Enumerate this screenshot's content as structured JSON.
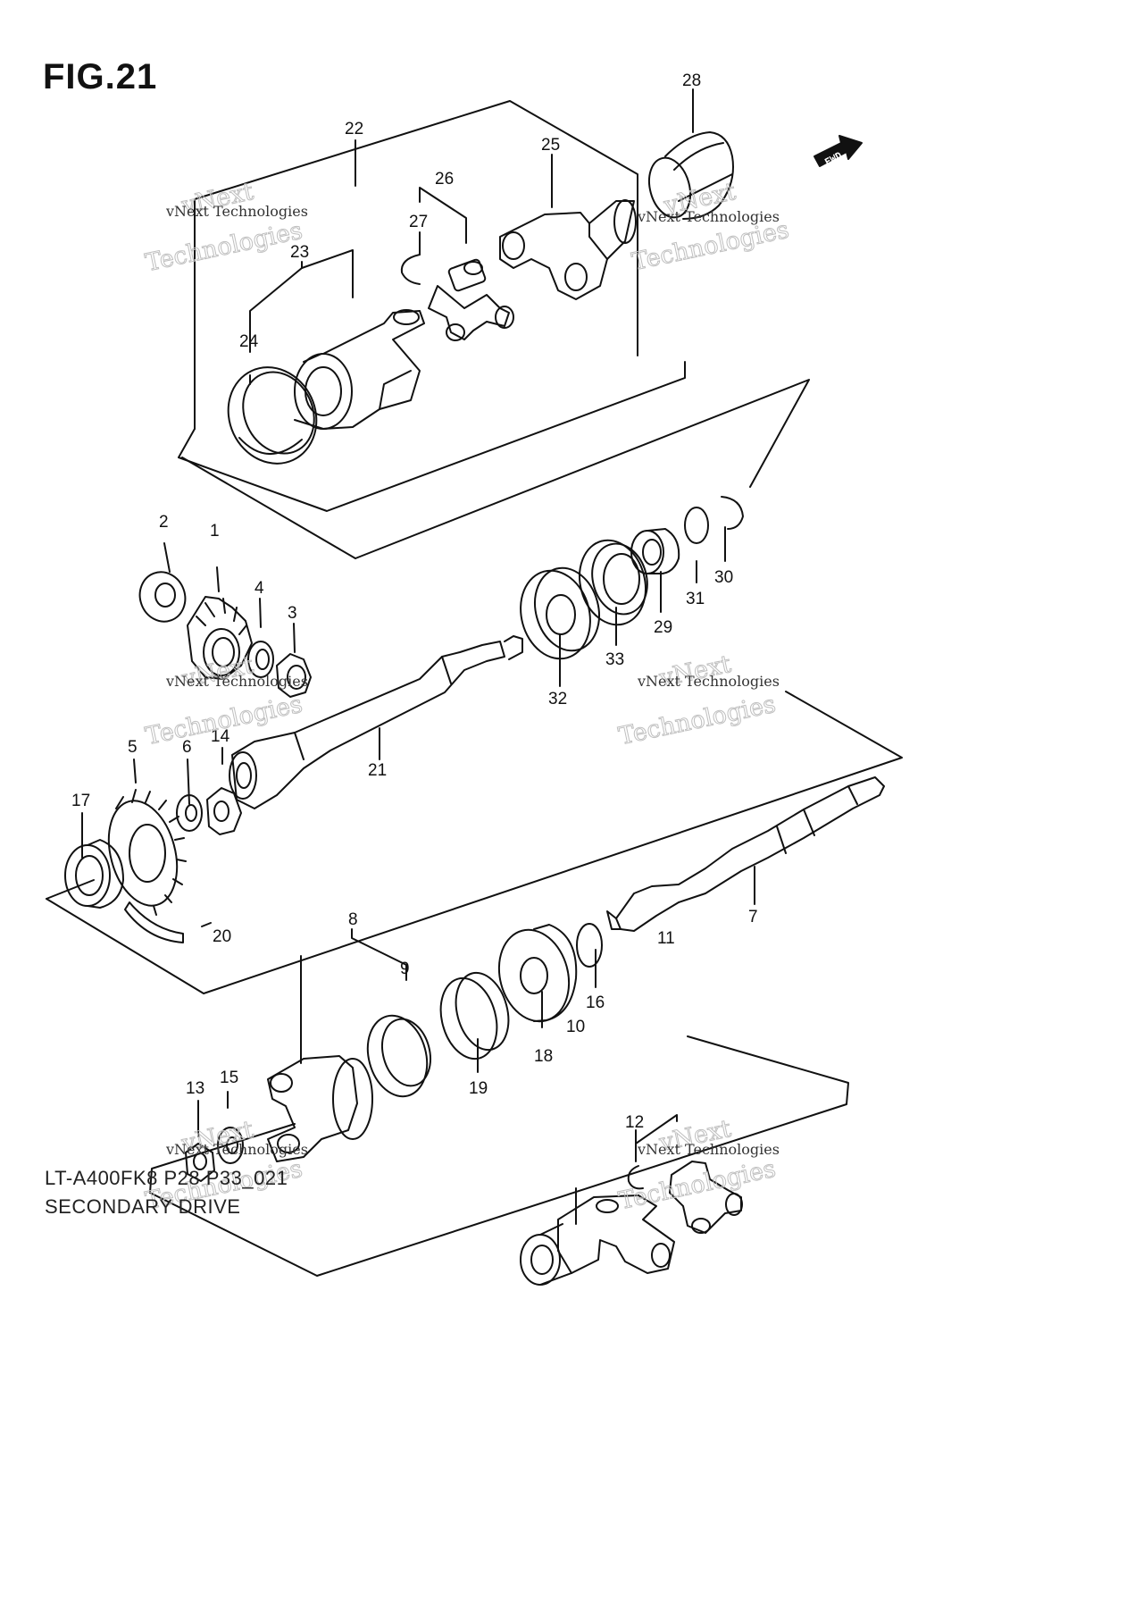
{
  "figure": {
    "title": "FIG.21",
    "model_code": "LT-A400FK8 P28 P33_021",
    "section_name": "SECONDARY DRIVE"
  },
  "direction_marker": {
    "text": "FWD",
    "icon": "fwd-arrow-icon"
  },
  "watermark": {
    "line1": "vNext Technologies",
    "line2": "Technologies",
    "line_small": "vNext"
  },
  "part_labels": [
    "1",
    "2",
    "3",
    "4",
    "5",
    "6",
    "7",
    "8",
    "9",
    "10",
    "11",
    "12",
    "13",
    "14",
    "15",
    "16",
    "17",
    "18",
    "19",
    "20",
    "21",
    "22",
    "23",
    "24",
    "25",
    "26",
    "27",
    "28",
    "29",
    "30",
    "31",
    "32",
    "33"
  ],
  "colors": {
    "line": "#111111",
    "watermark": "#bfbfbf",
    "background": "#ffffff"
  }
}
